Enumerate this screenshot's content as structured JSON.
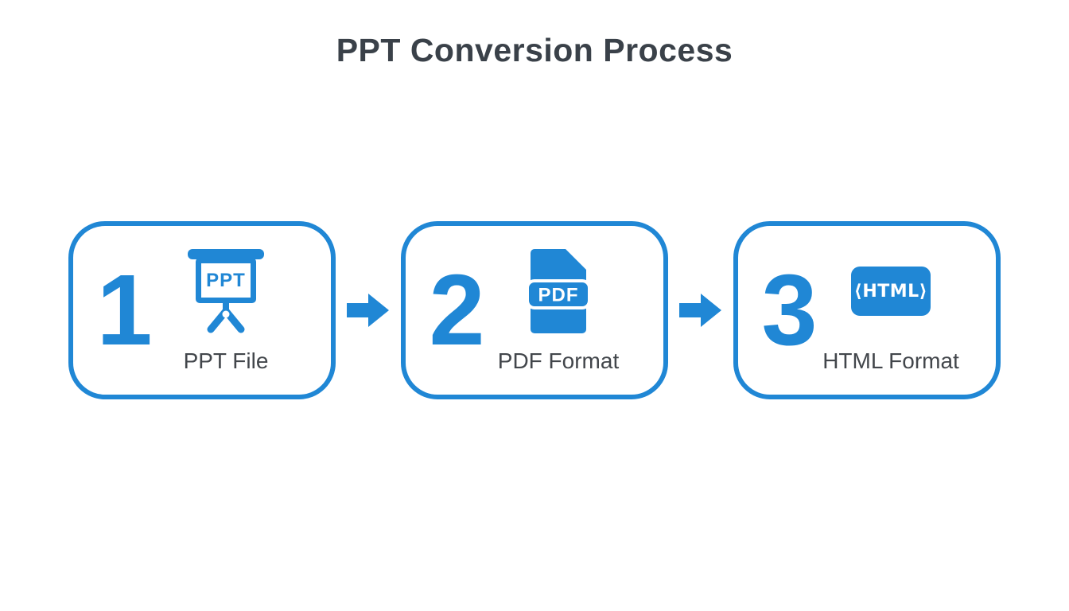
{
  "page": {
    "background_color": "#ffffff",
    "accent_blue": "#2087d5",
    "title_color": "#3a4149",
    "label_color": "#42464b"
  },
  "title": "PPT Conversion Process",
  "steps": [
    {
      "number": "1",
      "icon": "presentation-board-icon",
      "icon_text": "PPT",
      "label": "PPT File"
    },
    {
      "number": "2",
      "icon": "pdf-file-icon",
      "icon_text": "PDF",
      "label": "PDF Format"
    },
    {
      "number": "3",
      "icon": "html-code-icon",
      "icon_text": "⟨HTML⟩",
      "label": "HTML Format"
    }
  ],
  "connectors": [
    {
      "icon": "arrow-right-icon"
    },
    {
      "icon": "arrow-right-icon"
    }
  ]
}
